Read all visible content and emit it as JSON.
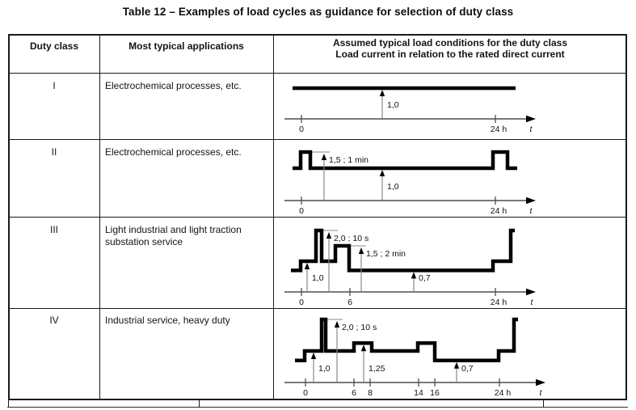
{
  "title": "Table 12 – Examples of load cycles as guidance for selection of duty class",
  "table": {
    "headers": {
      "duty_class": "Duty class",
      "applications": "Most typical applications",
      "load_conditions_line1": "Assumed typical load conditions for the duty class",
      "load_conditions_line2": "Load current in relation to the rated direct current"
    },
    "rows": [
      {
        "duty_class": "I",
        "application": "Electrochemical processes, etc."
      },
      {
        "duty_class": "II",
        "application": "Electrochemical processes, etc."
      },
      {
        "duty_class": "III",
        "application": "Light industrial and light traction substation service"
      },
      {
        "duty_class": "IV",
        "application": "Industrial service, heavy duty"
      }
    ]
  },
  "chart_data": [
    {
      "type": "line",
      "duty_class": "I",
      "xlabel": "t",
      "x_unit": "h",
      "xticks": [
        {
          "t": 0,
          "label": "0"
        },
        {
          "t": 24,
          "label": "24 h"
        }
      ],
      "profile": [
        [
          -1.1,
          1.0
        ],
        [
          26.5,
          1.0
        ]
      ],
      "annotations": [
        {
          "t": 10.0,
          "level": 1.0,
          "label": "1,0",
          "kind": "level"
        }
      ],
      "ref_lines": []
    },
    {
      "type": "line",
      "duty_class": "II",
      "xlabel": "t",
      "x_unit": "h",
      "xticks": [
        {
          "t": 0,
          "label": "0"
        },
        {
          "t": 24,
          "label": "24 h"
        }
      ],
      "profile": [
        [
          -1.1,
          1.0
        ],
        [
          -0.1,
          1.0
        ],
        [
          -0.1,
          1.5
        ],
        [
          1.1,
          1.5
        ],
        [
          1.1,
          1.0
        ],
        [
          23.7,
          1.0
        ],
        [
          23.7,
          1.5
        ],
        [
          25.5,
          1.5
        ],
        [
          25.5,
          1.0
        ],
        [
          26.7,
          1.0
        ]
      ],
      "annotations": [
        {
          "t": 2.8,
          "level": 1.5,
          "label": "1,5 ; 1 min",
          "kind": "duration"
        },
        {
          "t": 10.0,
          "level": 1.0,
          "label": "1,0",
          "kind": "level"
        }
      ],
      "ref_lines": [
        {
          "level": 1.5,
          "t1": 1.1,
          "t2": 3.5
        }
      ]
    },
    {
      "type": "line",
      "duty_class": "III",
      "xlabel": "t",
      "x_unit": "h",
      "xticks": [
        {
          "t": 0,
          "label": "0"
        },
        {
          "t": 6,
          "label": "6"
        },
        {
          "t": 24,
          "label": "24 h"
        }
      ],
      "profile": [
        [
          -1.3,
          0.7
        ],
        [
          -0.1,
          0.7
        ],
        [
          -0.1,
          1.0
        ],
        [
          1.8,
          1.0
        ],
        [
          1.8,
          2.0
        ],
        [
          2.5,
          2.0
        ],
        [
          2.5,
          1.0
        ],
        [
          4.2,
          1.0
        ],
        [
          4.2,
          1.5
        ],
        [
          5.9,
          1.5
        ],
        [
          5.9,
          0.7
        ],
        [
          23.7,
          0.7
        ],
        [
          23.7,
          1.0
        ],
        [
          25.9,
          1.0
        ],
        [
          25.9,
          2.0
        ],
        [
          26.4,
          2.0
        ]
      ],
      "annotations": [
        {
          "t": 0.7,
          "level": 1.0,
          "label": "1,0",
          "kind": "level"
        },
        {
          "t": 3.4,
          "level": 2.0,
          "label": "2,0 ; 10 s",
          "kind": "duration"
        },
        {
          "t": 7.4,
          "level": 1.5,
          "label": "1,5 ; 2 min",
          "kind": "duration"
        },
        {
          "t": 13.9,
          "level": 0.7,
          "label": "0,7",
          "kind": "level"
        }
      ],
      "ref_lines": [
        {
          "level": 2.0,
          "t1": 2.5,
          "t2": 4.5
        },
        {
          "level": 1.5,
          "t1": 5.9,
          "t2": 8.0
        }
      ]
    },
    {
      "type": "line",
      "duty_class": "IV",
      "xlabel": "t",
      "x_unit": "h",
      "xticks": [
        {
          "t": 0,
          "label": "0"
        },
        {
          "t": 6,
          "label": "6"
        },
        {
          "t": 8,
          "label": "8"
        },
        {
          "t": 14,
          "label": "14"
        },
        {
          "t": 16,
          "label": "16"
        },
        {
          "t": 24,
          "label": "24 h"
        }
      ],
      "profile": [
        [
          -1.3,
          0.7
        ],
        [
          -0.1,
          0.7
        ],
        [
          -0.1,
          1.0
        ],
        [
          2.0,
          1.0
        ],
        [
          2.0,
          2.0
        ],
        [
          2.5,
          2.0
        ],
        [
          2.5,
          1.0
        ],
        [
          6.0,
          1.0
        ],
        [
          6.0,
          1.25
        ],
        [
          8.2,
          1.25
        ],
        [
          8.2,
          1.0
        ],
        [
          13.9,
          1.0
        ],
        [
          13.9,
          1.25
        ],
        [
          16.0,
          1.25
        ],
        [
          16.0,
          0.7
        ],
        [
          23.9,
          0.7
        ],
        [
          23.9,
          1.0
        ],
        [
          25.8,
          1.0
        ],
        [
          25.8,
          2.0
        ],
        [
          26.3,
          2.0
        ]
      ],
      "annotations": [
        {
          "t": 1.0,
          "level": 1.0,
          "label": "1,0",
          "kind": "level"
        },
        {
          "t": 3.9,
          "level": 2.0,
          "label": "2,0 ; 10 s",
          "kind": "duration"
        },
        {
          "t": 7.2,
          "level": 1.25,
          "label": "1,25",
          "kind": "level"
        },
        {
          "t": 18.7,
          "level": 0.7,
          "label": "0,7",
          "kind": "level"
        }
      ],
      "ref_lines": [
        {
          "level": 2.0,
          "t1": 2.5,
          "t2": 4.6
        }
      ]
    }
  ],
  "colors": {
    "profile": "#000000",
    "axis": "#4d4d4d",
    "arrow": "#8a8a8a",
    "text": "#111111",
    "grid": "#1a1a1a"
  }
}
